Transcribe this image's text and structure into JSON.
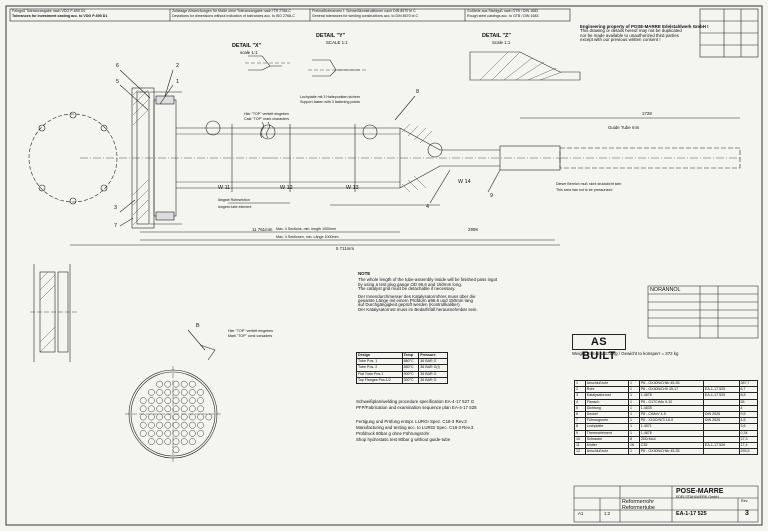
{
  "header": {
    "h1": "Feinguß Toleranzangabe nach VDG P-690 D1",
    "h2": "Tolerances for investment casting acc. to VDG P-690 D1",
    "h3": "Zulässige Abweichungen für Maße ohne Toleranzangabe nach ITR 2768-C",
    "h4": "Deviations for dimensions without indication of tolerances acc. to ISO 2768-C",
    "h5": "Freimaßtoleranzen f. Schweißkonstruktionen nach DIN 8570 bl C",
    "h6": "General tolerances for welding constructions acc. to DIN 8570 bl C",
    "h7": "Gußteile aus Stahlguß nach GTB / DIN 1683",
    "h8": "Rough steel castings acc. to GTB / DIN 1683"
  },
  "copyright": [
    "Engineering property of POSE-MARRE Edelstahlwerk GmbH !",
    "This drawing or details hereof may not be duplicated",
    "nor be made available to unauthorized third parties",
    "except with our previous written consent !"
  ],
  "details": {
    "x_title": "DETAIL \"X\"",
    "x_scale": "scale 1:1",
    "y_title": "DETAIL \"Y\"",
    "y_scale": "SCALE 1:1",
    "z_title": "DETAIL \"Z\"",
    "z_scale": "Scale 1:1"
  },
  "labels": {
    "support1": "Lochplatte mit 3 Haltepunkten sichern",
    "support2": "Support fasten with 3 fastening points",
    "top1": "Hier \"TOP\" vertieft eingeben",
    "top2": "Cast \"TOP\" mark characters",
    "guide": "Guide Tube mm",
    "region1": "Dieser Bereich muß nicht druckdicht sein",
    "region2": "This area has not to be pressurized",
    "longest1": "längste Rohrsektion",
    "longest2": "longest tube element",
    "len1": "Max. 4 Sections, min. length 1000mm",
    "len2": "Max. 4 Sektionen, min. Länge 1000mm",
    "total": "5 711mm",
    "d1": "11 761mm",
    "d2": "2908",
    "d3": "1728",
    "w11": "W 11",
    "w12": "W 12",
    "w13": "W 13",
    "w14": "W 14",
    "top_mark1": "Hier \"TOP\" vertieft eingeben",
    "top_mark2": "Mark \"TOP\" ovnk corsaders",
    "view_b": "B"
  },
  "callouts": [
    "1",
    "2",
    "3",
    "4",
    "5",
    "6",
    "7",
    "8",
    "9"
  ],
  "note": {
    "title": "NOTE",
    "en": [
      "The whole length of the tube-assembly inside will be finished pass ingot",
      "by using a test plug gauge OD 96,6 and 150mm long.",
      "The catalyst grid must be detachable if necessary."
    ],
    "de": [
      "Der Innendurchmesser des Katalysatorrohres muss über die",
      "gesamte Länge mit einem Prüfdorn ø96,6 und 150mm lang",
      "auf Durchgängigkeit geprüft werden (Kontrollkaliber).",
      "Der Katalysatorrost muss im Bedarfsfall herausnehmbar sein."
    ]
  },
  "design_table": {
    "headers": [
      "Design",
      "Temp",
      "Pressure"
    ],
    "rows": [
      [
        "Tube Pos. 1",
        "880°C",
        "36 BAR G"
      ],
      [
        "Tube Pos. 2",
        "880°C",
        "36 BAR G(I)"
      ],
      [
        "Flat Tube Pos.1",
        "900°C",
        "36 BAR G"
      ],
      [
        "Top Flanges Pos.1/2",
        "300°C",
        "36 BAR G"
      ]
    ]
  },
  "wps": [
    "Schweißplan/welding procedure specification     EA-4-17 527 G",
    "PFP/Fabrication and examination sequence plan   EA-4-17 528"
  ],
  "testing": [
    "Fertigung und Prüfung entspr. LURGI Spez. C18-3 Rev.3",
    "Manufacturing and testing acc. to LURGI Spec. C18-3 Rev.3",
    "Prüfdruck 80bar g ohne Führungsrohr",
    "Shop hydrostatic test 80bar g without guide-tube"
  ],
  "weight": "Weight from 1-1,372 kg / Gewicht to konsperr = 372 kg",
  "as_built": "AS BUILT",
  "bom": {
    "rows": [
      [
        "1",
        "Anschlußrohr",
        "1",
        "P8 - GX40NiCrNb 45-35",
        "",
        "367,7"
      ],
      [
        "2",
        "Rohr",
        "1",
        "P8 - GX40NiCrSi 35-17",
        "EA-1-17 525",
        "8,7"
      ],
      [
        "3",
        "Katalysatorrost",
        "1",
        "1.4876",
        "EA-1-17 525",
        "8,8"
      ],
      [
        "4",
        "Flansch",
        "1",
        "P8 - G17CrMo 9-10",
        "",
        "55"
      ],
      [
        "5",
        "Dichtung",
        "1",
        "1.4835",
        "",
        "4"
      ],
      [
        "6",
        "Deckel",
        "1",
        "P8 - CrMoV 4-5",
        "DIN 2526",
        "9,5"
      ],
      [
        "7",
        "Führungsrohr",
        "1",
        "P8 - X10CrNiTi 18-9",
        "DIN 2526",
        "4,5"
      ],
      [
        "8",
        "Lochplatte",
        "1",
        "1.4571",
        "",
        "3,6"
      ],
      [
        "9",
        "Thermoelement",
        "1",
        "1.4876",
        "",
        "0,34"
      ],
      [
        "10",
        "Schraube",
        "8",
        "25CrMo4",
        "",
        "17,3"
      ],
      [
        "11",
        "Mutter",
        "16",
        "C35",
        "EA-1-17 526",
        "17,4"
      ],
      [
        "12",
        "Anschlußrohr",
        "1",
        "P8 - GX40NiCrNb 45-35",
        "",
        "293,5"
      ]
    ]
  },
  "title_block": {
    "company": "POSE-MARRE",
    "company_sub": "EDELSTAHLWERK GmbH",
    "title1": "Reformerrohr",
    "title2": "Reformertube",
    "drawing_no": "EA-1-17 525",
    "rev_label": "Rev.",
    "rev": "3",
    "scale": "1:2",
    "format": "A1",
    "customer": "NORANNOL"
  }
}
